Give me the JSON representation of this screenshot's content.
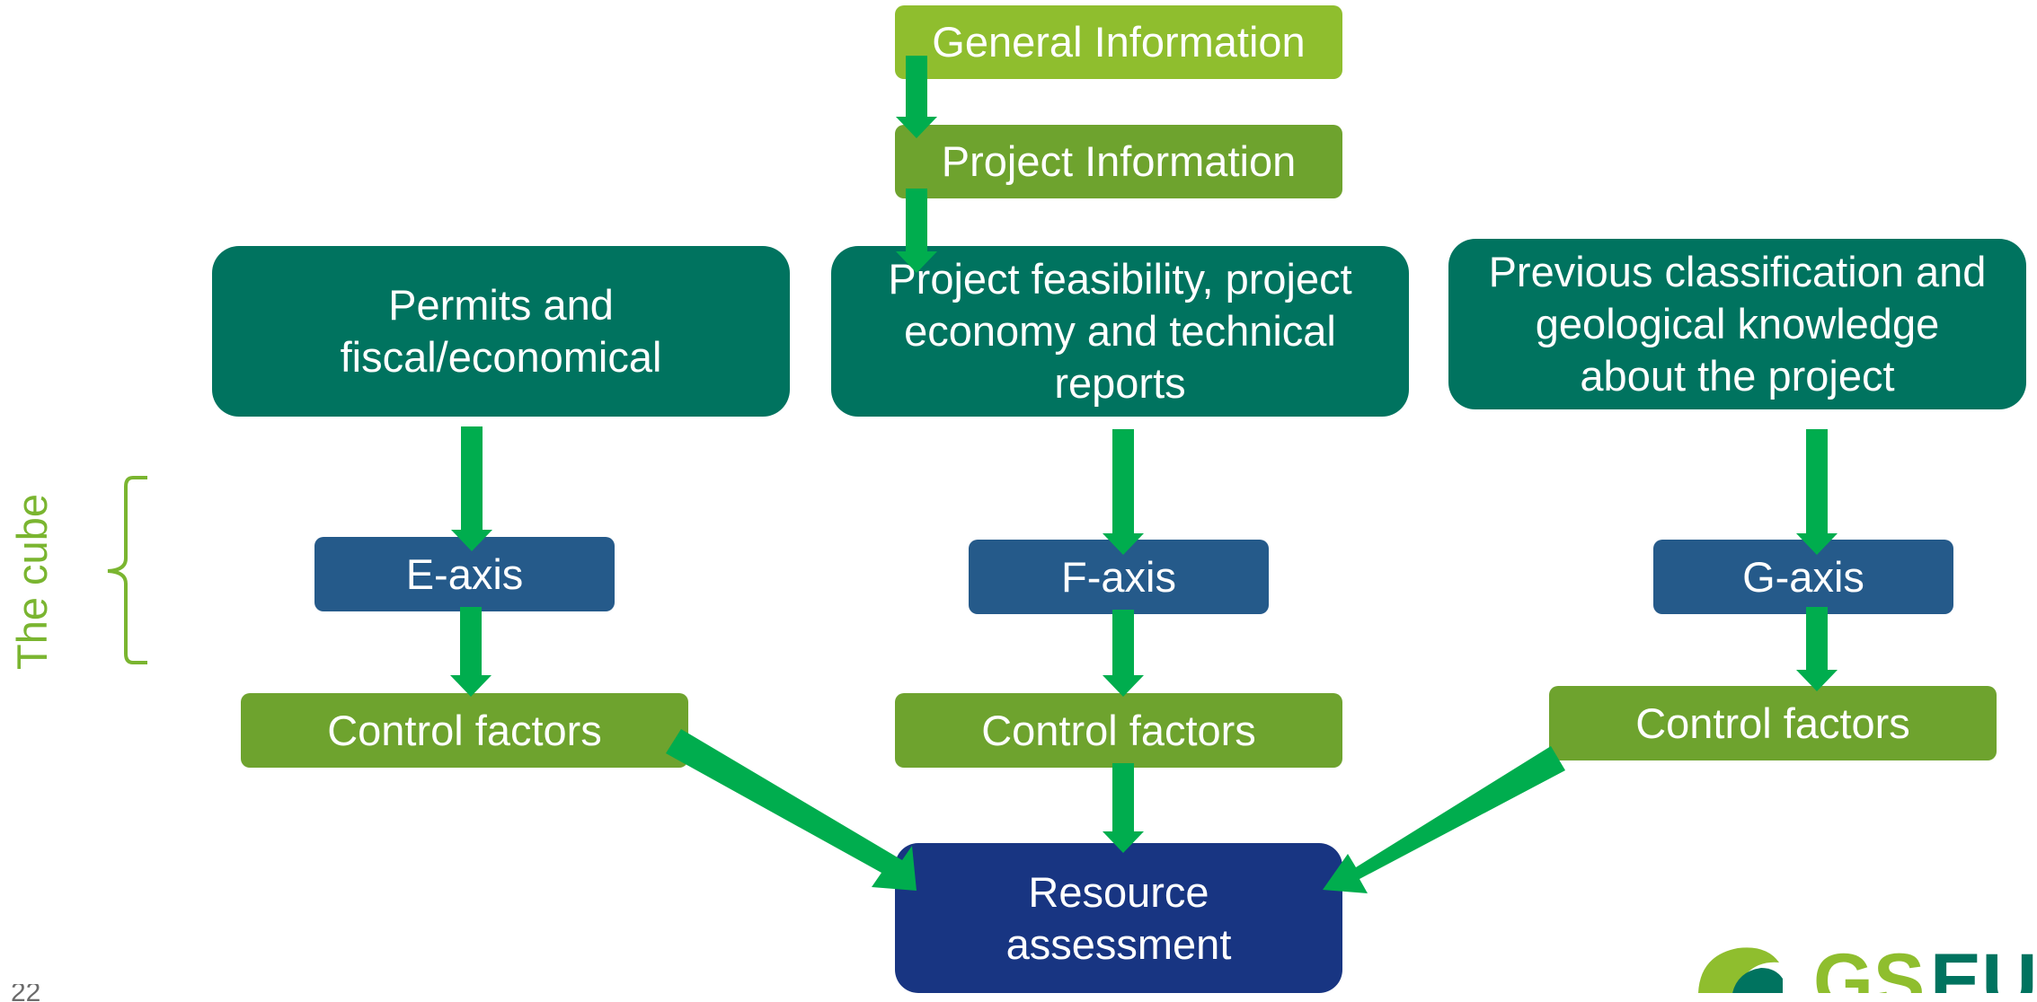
{
  "boxes": {
    "general_information": "General Information",
    "project_information": "Project Information",
    "permits": "Permits and\nfiscal/economical",
    "feasibility": "Project feasibility, project\neconomy and technical\nreports",
    "previous_classification": "Previous classification and\ngeological knowledge\nabout the project",
    "e_axis": "E-axis",
    "f_axis": "F-axis",
    "g_axis": "G-axis",
    "control_factors_e": "Control factors",
    "control_factors_f": "Control factors",
    "control_factors_g": "Control factors",
    "resource_assessment": "Resource\nassessment"
  },
  "side_label": "The cube",
  "page_number": "22",
  "logo_text": "GSEU",
  "colors": {
    "light_green": "#8fbe2e",
    "mid_green": "#6ea32e",
    "teal": "#00735f",
    "axis_blue": "#255a8a",
    "navy": "#183582",
    "arrow_green": "#00ad4e",
    "label_green": "#7ab530"
  }
}
